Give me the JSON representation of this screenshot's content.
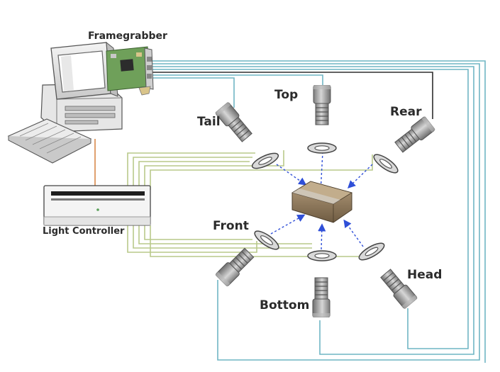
{
  "labels": {
    "framegrabber": "Framegrabber",
    "light_controller": "Light Controller",
    "top": "Top",
    "tail": "Tail",
    "rear": "Rear",
    "front": "Front",
    "head": "Head",
    "bottom": "Bottom"
  },
  "colors": {
    "camera_cable": "#6fb5c4",
    "light_cable": "#b9c98a",
    "power_cable": "#d9884a",
    "ray": "#2f4fd8",
    "camera_body": "#9a9a9a",
    "component": "#8a7558"
  }
}
